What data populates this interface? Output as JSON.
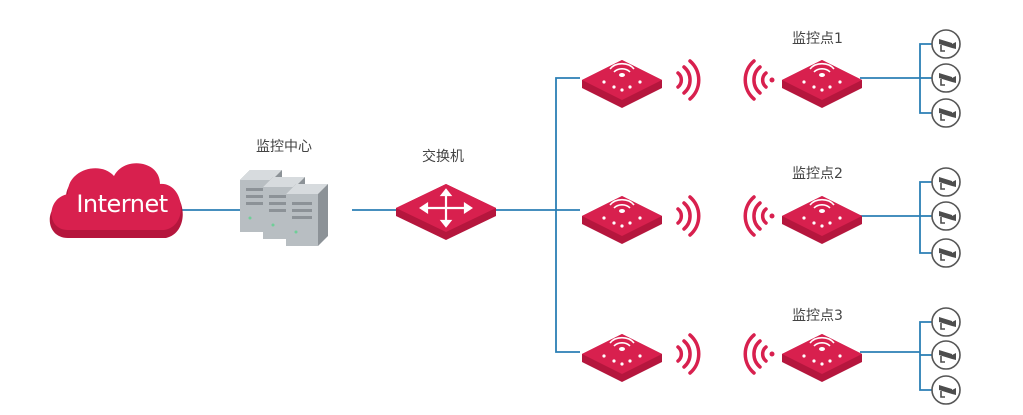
{
  "labels": {
    "internet": "Internet",
    "center": "监控中心",
    "switch": "交换机",
    "site1": "监控点1",
    "site2": "监控点2",
    "site3": "监控点3"
  },
  "colors": {
    "device_red": "#d8204e",
    "device_dark": "#b5163d",
    "link_blue": "#2b7fb5",
    "server_gray": "#9aa1a6",
    "camera_gray": "#4d4d4d",
    "label_text": "#444444"
  },
  "icons": {
    "cloud": "internet-cloud-icon",
    "server": "server-rack-icon",
    "switch": "switch-icon",
    "bridge": "wireless-bridge-icon",
    "signal": "wifi-signal-icon",
    "camera": "cctv-camera-icon"
  }
}
